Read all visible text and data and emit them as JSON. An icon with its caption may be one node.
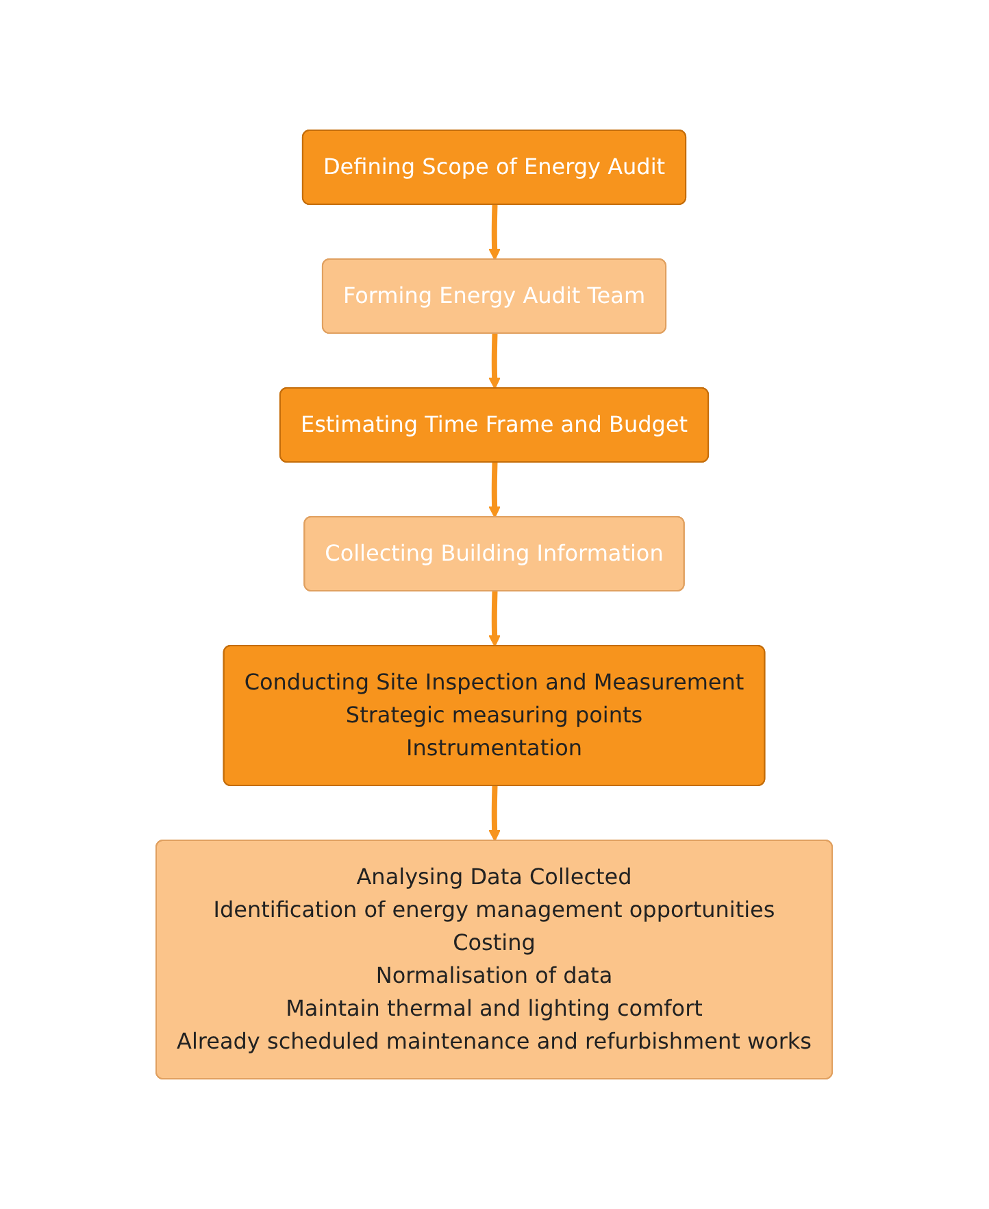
{
  "diagram": {
    "nodes": [
      {
        "text": [
          "Defining Scope of Energy Audit"
        ]
      },
      {
        "text": [
          "Forming Energy Audit Team"
        ]
      },
      {
        "text": [
          "Estimating Time Frame and Budget"
        ]
      },
      {
        "text": [
          "Collecting Building Information"
        ]
      },
      {
        "text": [
          "Conducting Site Inspection and Measurement",
          "Strategic measuring points",
          "Instrumentation"
        ]
      },
      {
        "text": [
          "Analysing Data Collected",
          "Identification of energy management opportunities",
          "Costing",
          "Normalisation of data",
          "Maintain thermal and lighting comfort",
          "Already scheduled maintenance and refurbishment works"
        ]
      }
    ],
    "edges": [
      {
        "from": 0,
        "to": 1,
        "arrow": "to"
      },
      {
        "from": 1,
        "to": 2,
        "arrow": "to"
      },
      {
        "from": 2,
        "to": 3,
        "arrow": "to"
      },
      {
        "from": 3,
        "to": 4,
        "arrow": "to"
      },
      {
        "from": 4,
        "to": 5,
        "arrow": "to"
      }
    ]
  }
}
